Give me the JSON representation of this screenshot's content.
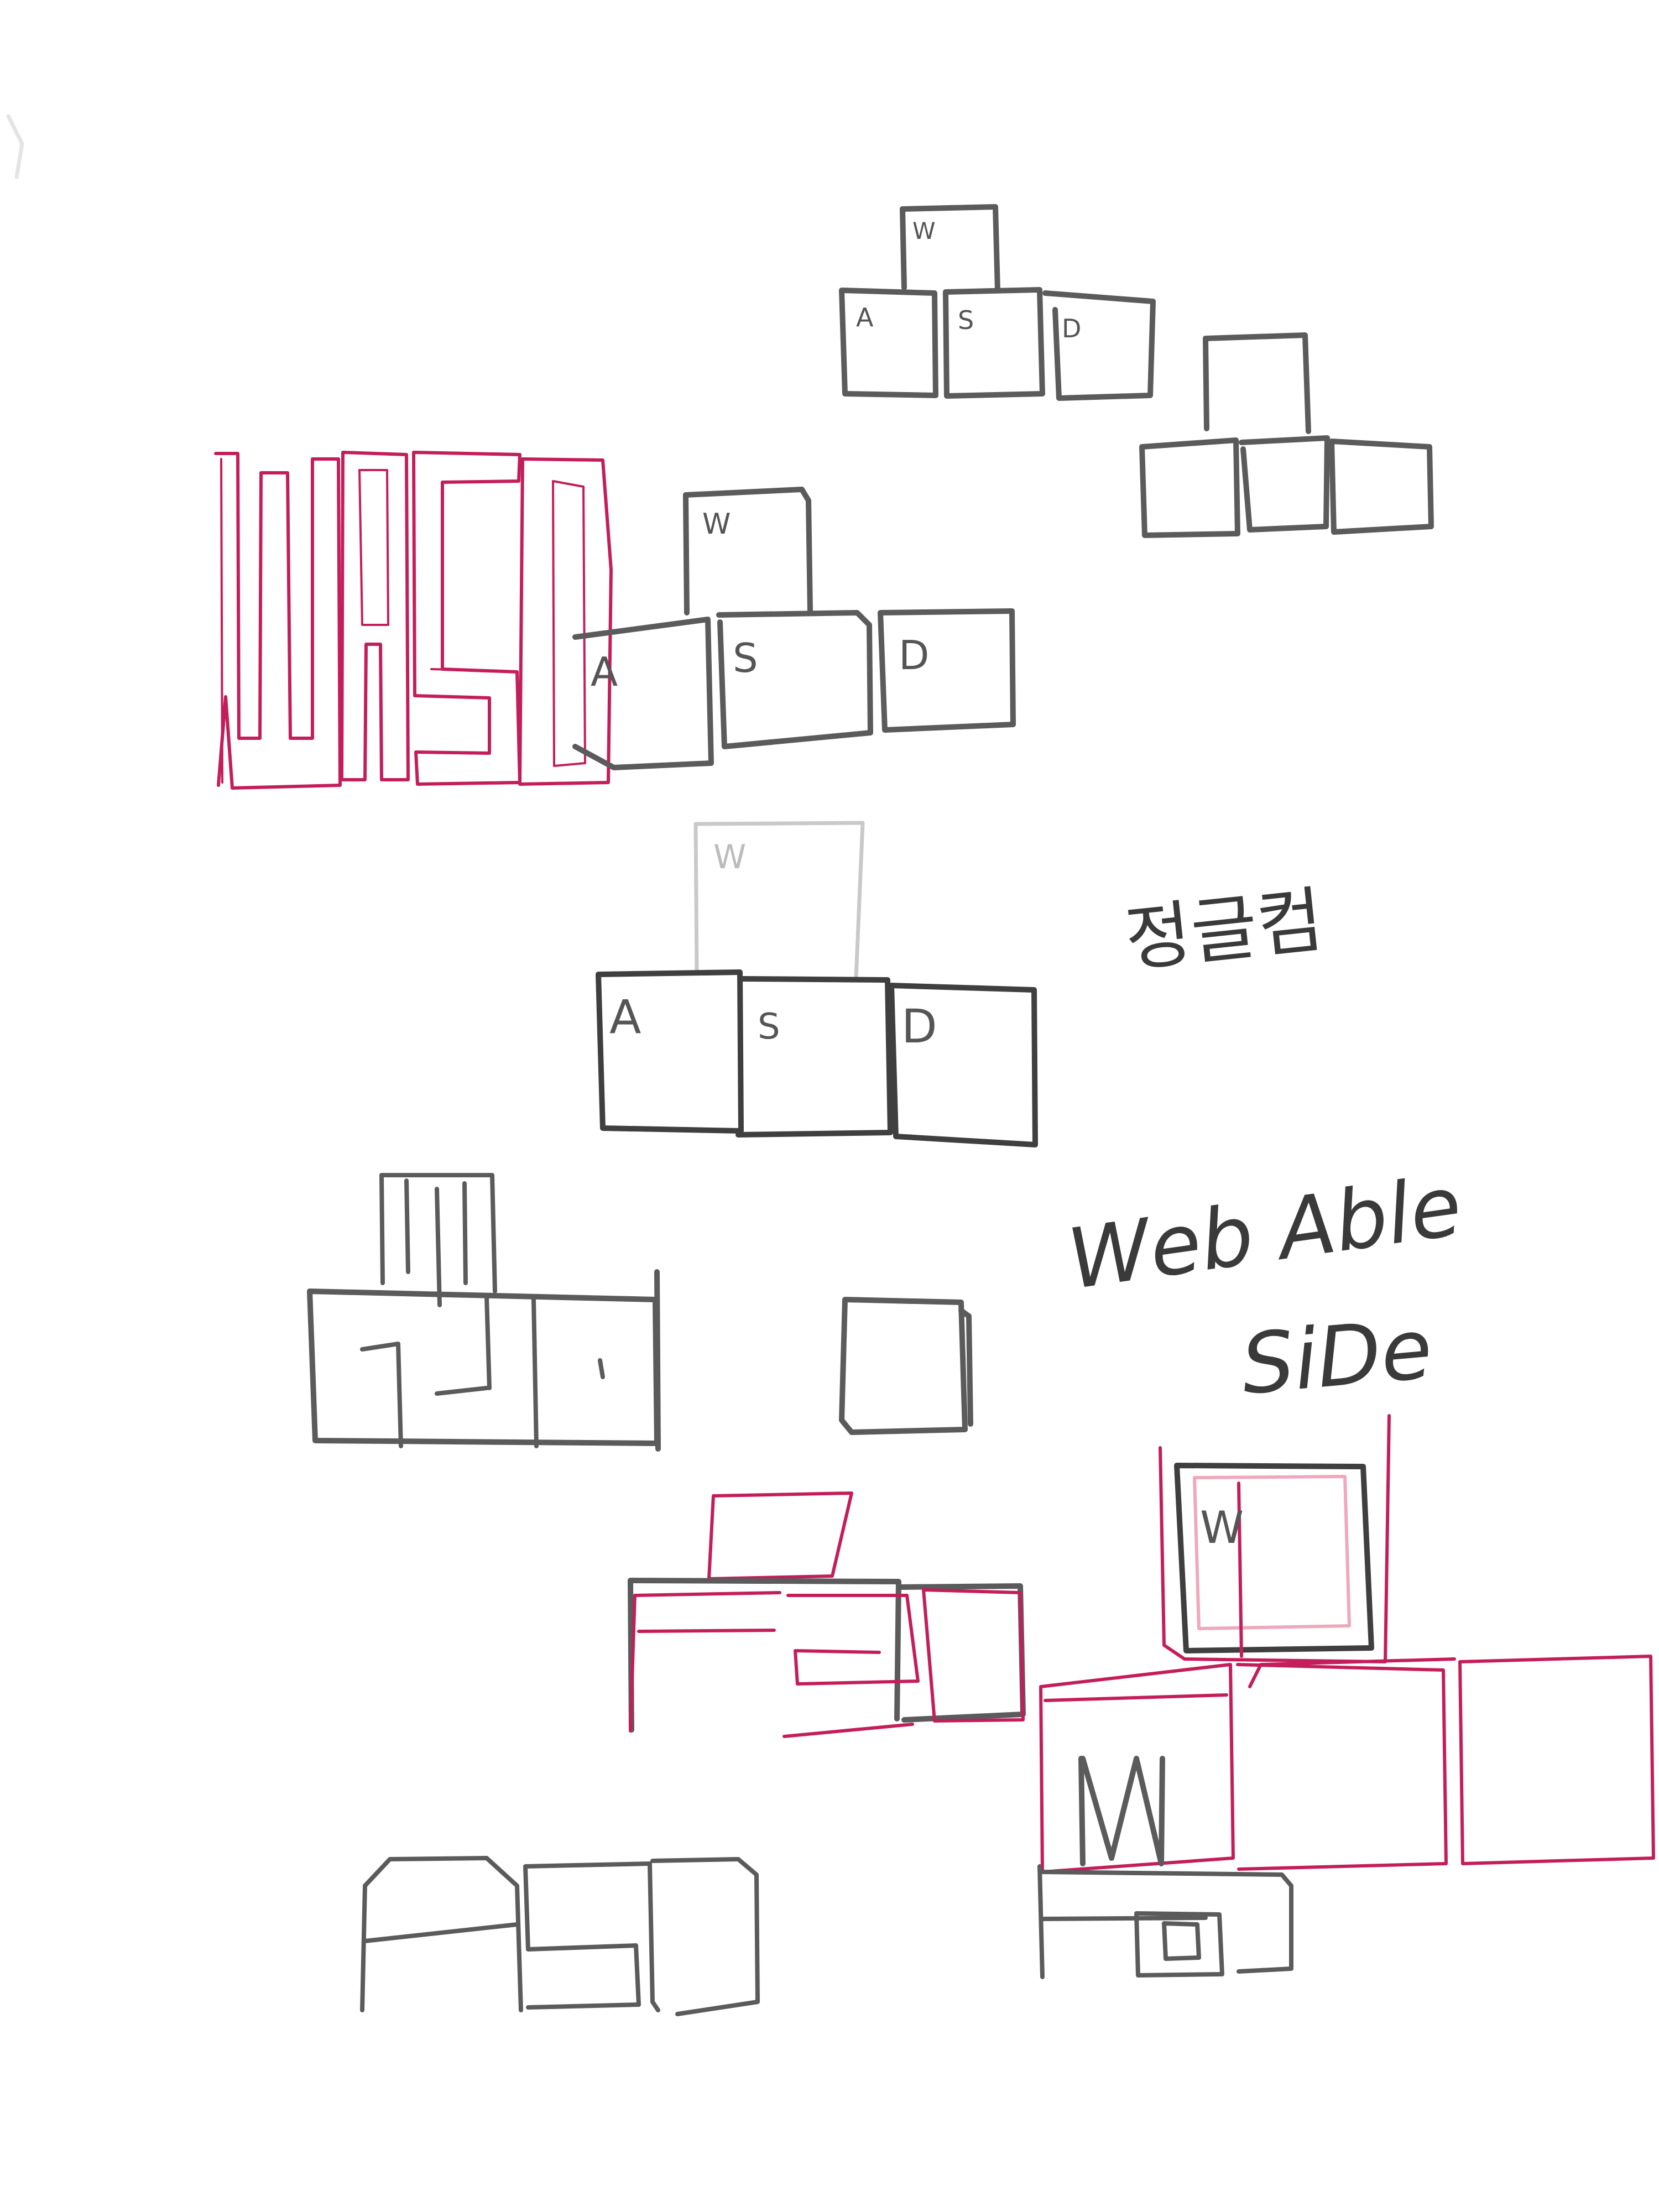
{
  "sketch_texts": {
    "korean_note": "정글컴",
    "web_able": "Web Able",
    "side": "SiDe"
  },
  "key_labels": {
    "w": "W",
    "a": "A",
    "s": "S",
    "d": "D"
  },
  "colors": {
    "pencil_gray": "#5b5b5b",
    "accent_red": "#c41e5a",
    "accent_pink": "#f0a8bd",
    "light_gray": "#c9c9c9"
  }
}
